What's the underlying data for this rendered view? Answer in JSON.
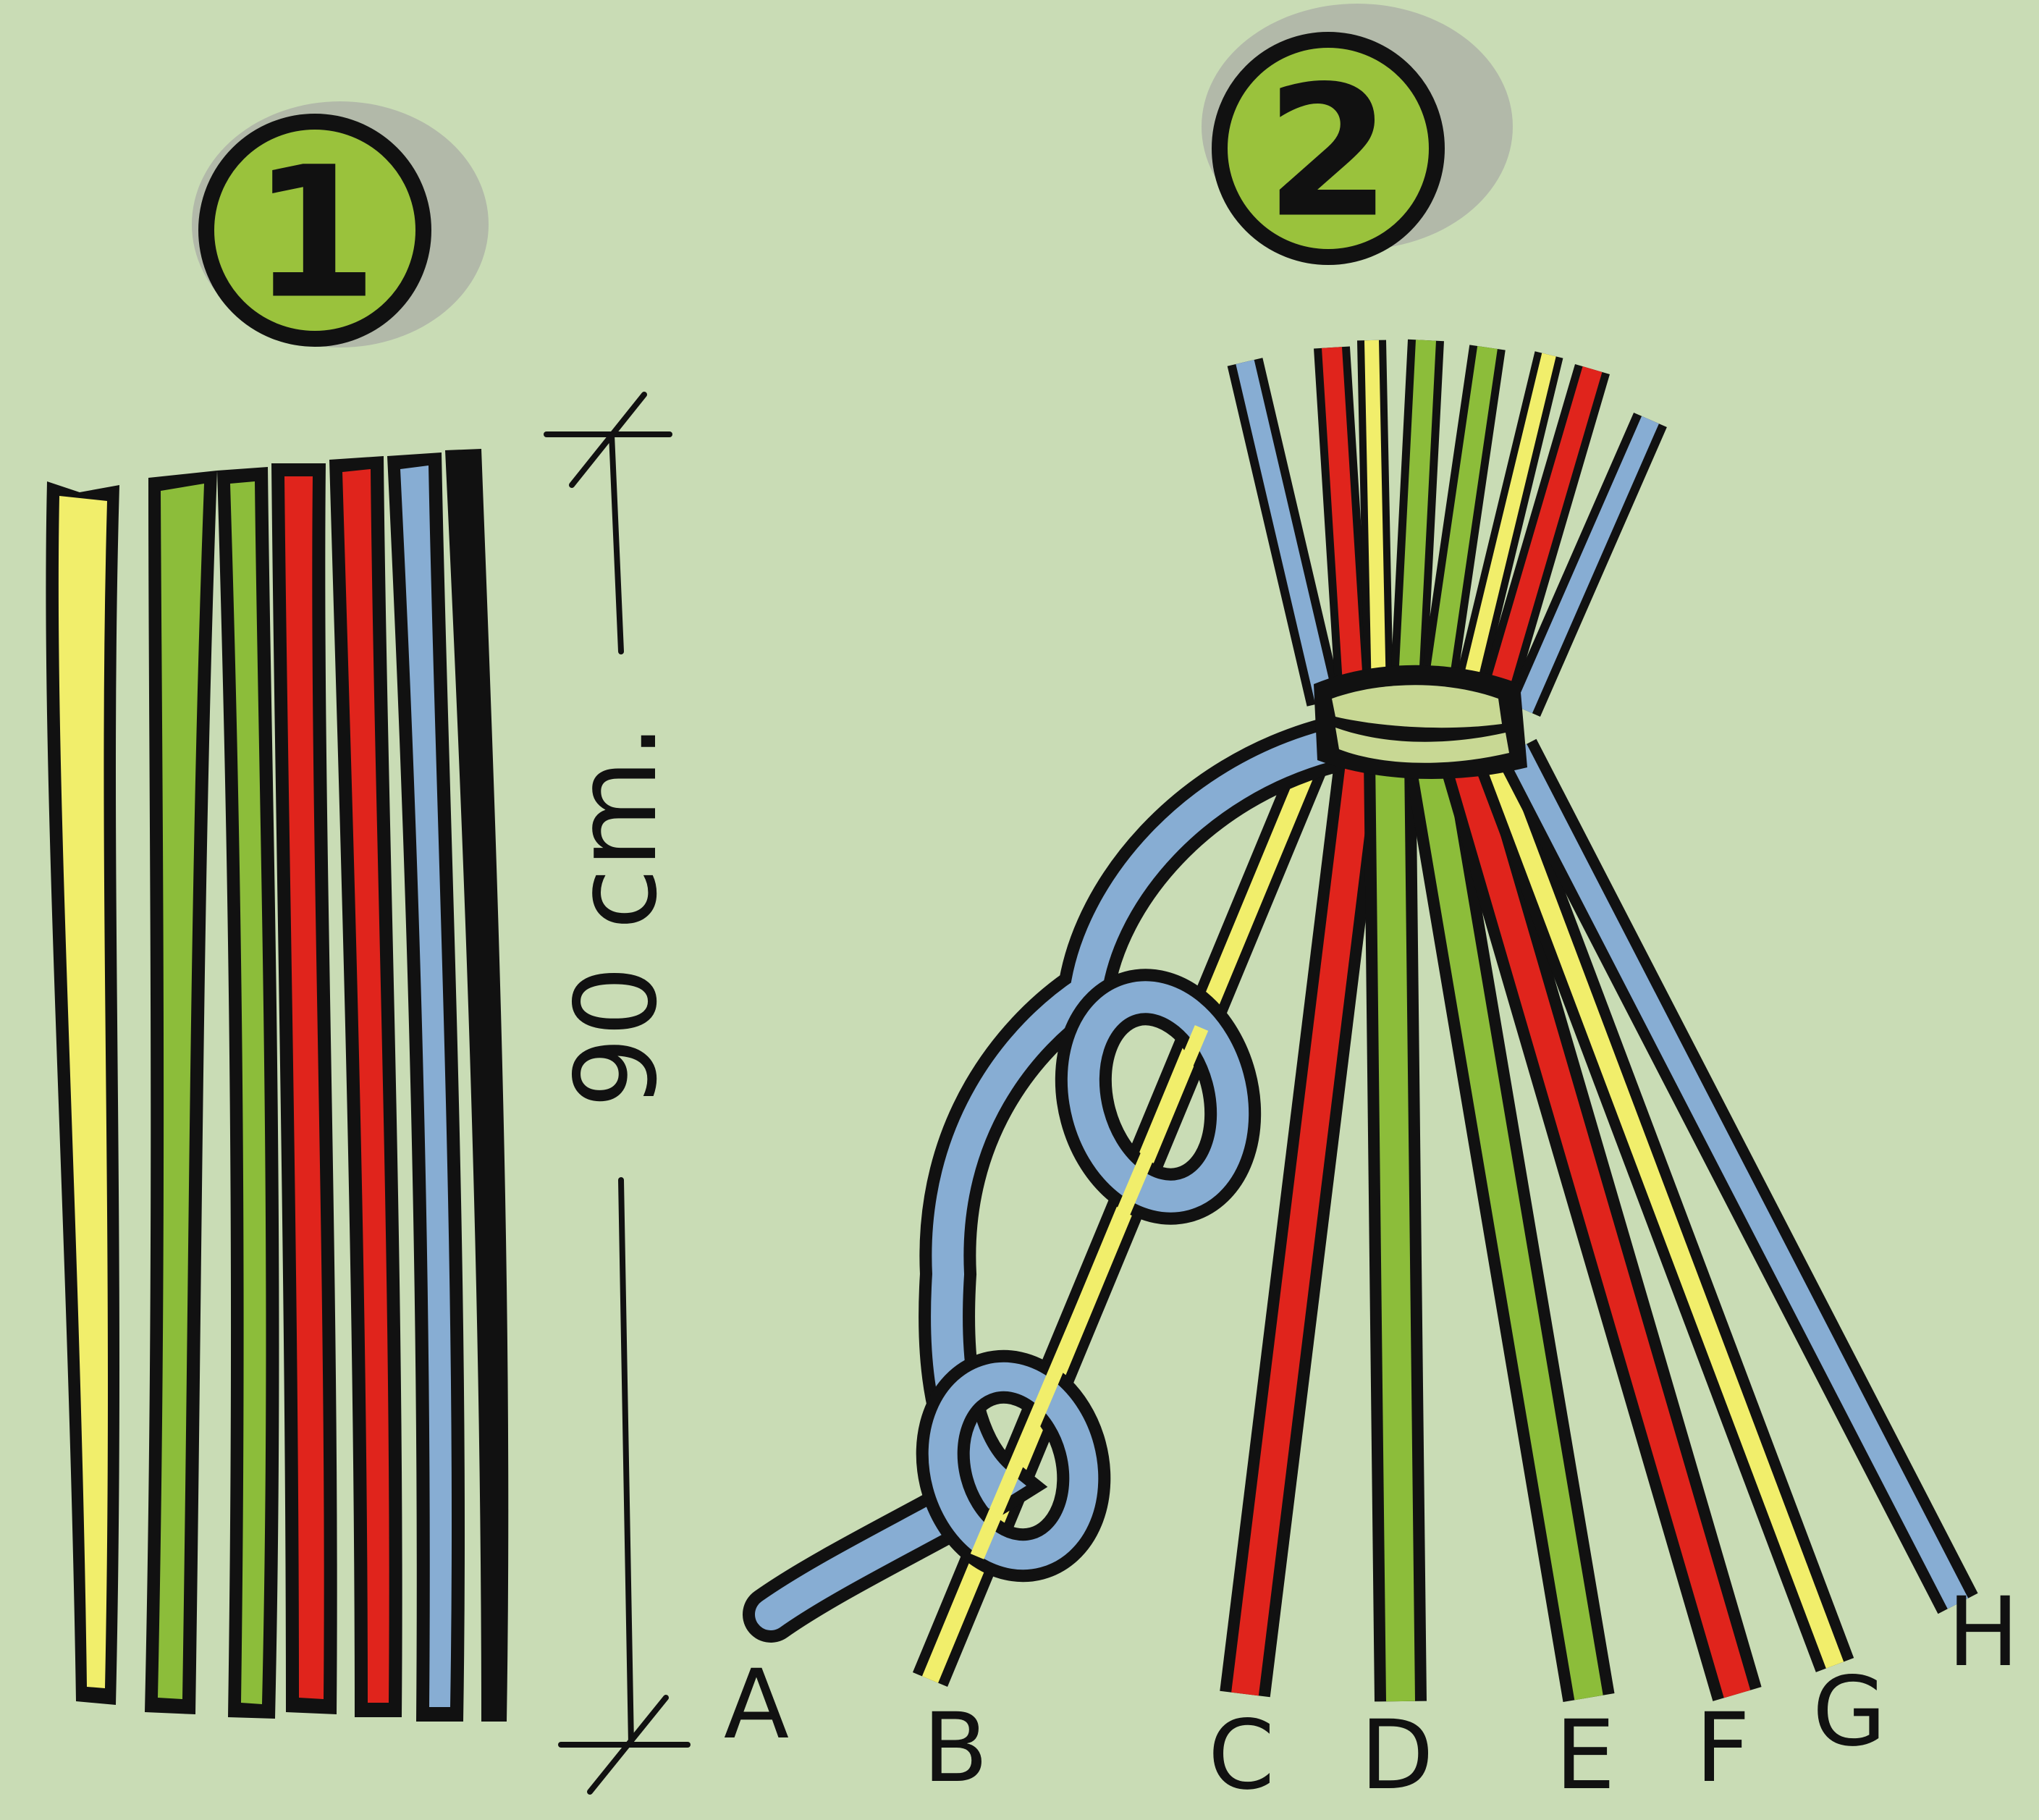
{
  "steps": [
    {
      "number": "1"
    },
    {
      "number": "2"
    }
  ],
  "measurement": {
    "label": "90 cm."
  },
  "strand_labels": [
    "A",
    "B",
    "C",
    "D",
    "E",
    "F",
    "G",
    "H"
  ],
  "colors": {
    "background": "#c9dcb5",
    "outline": "#111111",
    "badge_fill": "#9ac23c",
    "badge_shadow": "#a9ada6",
    "yellow": "#f1ee6b",
    "green": "#8cbd3a",
    "red": "#e0241c",
    "blue": "#87add3"
  }
}
